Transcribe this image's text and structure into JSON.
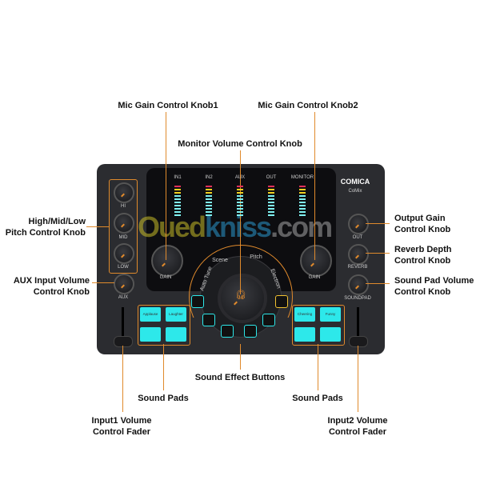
{
  "callouts": {
    "mic_gain_1": "Mic Gain Control Knob1",
    "mic_gain_2": "Mic Gain Control Knob2",
    "monitor": "Monitor Volume Control Knob",
    "pitch": [
      "High/Mid/Low",
      "Pitch Control Knob"
    ],
    "aux": [
      "AUX Input Volume",
      "Control Knob"
    ],
    "output": [
      "Output Gain",
      "Control Knob"
    ],
    "reverb": [
      "Reverb Depth",
      "Control Knob"
    ],
    "soundpad": [
      "Sound Pad Volume",
      "Control Knob"
    ],
    "effects": "Sound Effect Buttons",
    "pads_left": "Sound Pads",
    "pads_right": "Sound Pads",
    "fader1": [
      "Input1 Volume",
      "Control Fader"
    ],
    "fader2": [
      "Input2 Volume",
      "Control Fader"
    ]
  },
  "device": {
    "brand": "COMICA",
    "model": "CoMix",
    "meters": [
      "IN1",
      "IN2",
      "AUX",
      "OUT",
      "MONITOR"
    ],
    "knobs": {
      "hi": "HI",
      "mid": "MID",
      "low": "LOW",
      "aux": "AUX",
      "gain": "GAIN",
      "out": "OUT",
      "reverb": "REVERB",
      "soundpad": "SOUNDPAD"
    },
    "modes": [
      "Auto Tune",
      "Scene",
      "Pitch",
      "Electron"
    ],
    "pads_left": [
      "Applause",
      "Laughter"
    ],
    "pads_right": [
      "Cheering",
      "Funny"
    ]
  },
  "watermark": "Ouedkniss.com",
  "colors": {
    "accent": "#e08a2c",
    "pad": "#2de8ea"
  }
}
